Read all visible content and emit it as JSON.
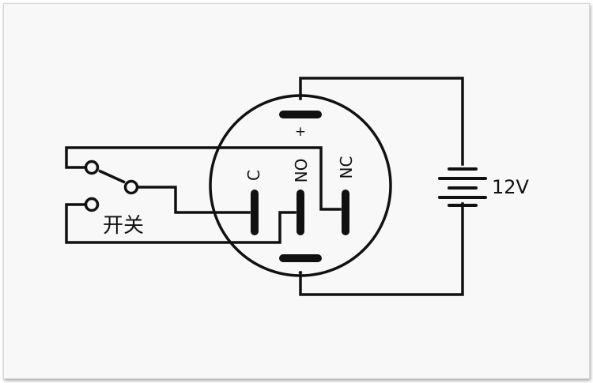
{
  "diagram": {
    "terminals": {
      "c": "C",
      "no": "NO",
      "nc": "NC",
      "plus": "+",
      "minus": "-"
    },
    "battery_label": "12V",
    "switch_label": "开关"
  }
}
